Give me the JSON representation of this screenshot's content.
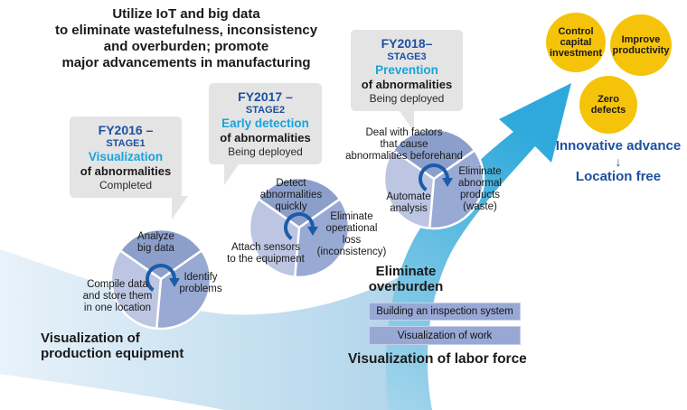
{
  "colors": {
    "dark_blue": "#1C50A0",
    "cyan_text": "#18A3DC",
    "goal_yellow": "#F5C40A",
    "box_gray": "#E4E4E5",
    "pie_top": "#8C9FCB",
    "pie_right": "#98A9D3",
    "pie_left": "#BCC6E2",
    "bar_fill": "#98A8D5",
    "arrow_cyan": "#35ABDC",
    "wave_blue": "#B7D8EC"
  },
  "title": {
    "lines": [
      "Utilize IoT and big data",
      "to eliminate wastefulness, inconsistency",
      "and overburden; promote",
      "major advancements in manufacturing"
    ]
  },
  "stages": [
    {
      "fy": "FY2016 –",
      "stage": "STAGE1",
      "highlight": "Visualization",
      "target": "of abnormalities",
      "status": "Completed",
      "pie": {
        "top": "Analyze\nbig data",
        "right": "Identify\nproblems",
        "left": "Compile data\nand store them\nin one location"
      }
    },
    {
      "fy": "FY2017 –",
      "stage": "STAGE2",
      "highlight": "Early detection",
      "target": "of abnormalities",
      "status": "Being deployed",
      "pie": {
        "top": "Detect\nabnormalities\nquickly",
        "right": "Eliminate\noperational\nloss\n(inconsistency)",
        "left": "Attach sensors\nto the equipment"
      }
    },
    {
      "fy": "FY2018–",
      "stage": "STAGE3",
      "highlight": "Prevention",
      "target": "of abnormalities",
      "status": "Being deployed",
      "pie": {
        "top": "Deal with factors\nthat cause\nabnormalities beforehand",
        "right": "Eliminate\nabnormal\nproducts\n(waste)",
        "left": "Automate\nanalysis"
      }
    }
  ],
  "goals": [
    {
      "label": "Control\ncapital\ninvestment"
    },
    {
      "label": "Improve\nproductivity"
    },
    {
      "label": "Zero\ndefects"
    }
  ],
  "outcome": {
    "top": "Innovative advance",
    "arrow": "↓",
    "bottom": "Location free"
  },
  "footnotes": {
    "production": "Visualization of\nproduction equipment",
    "overburden": "Eliminate\noverburden",
    "bars": [
      "Building an inspection system",
      "Visualization of work"
    ],
    "labor": "Visualization of labor force"
  }
}
